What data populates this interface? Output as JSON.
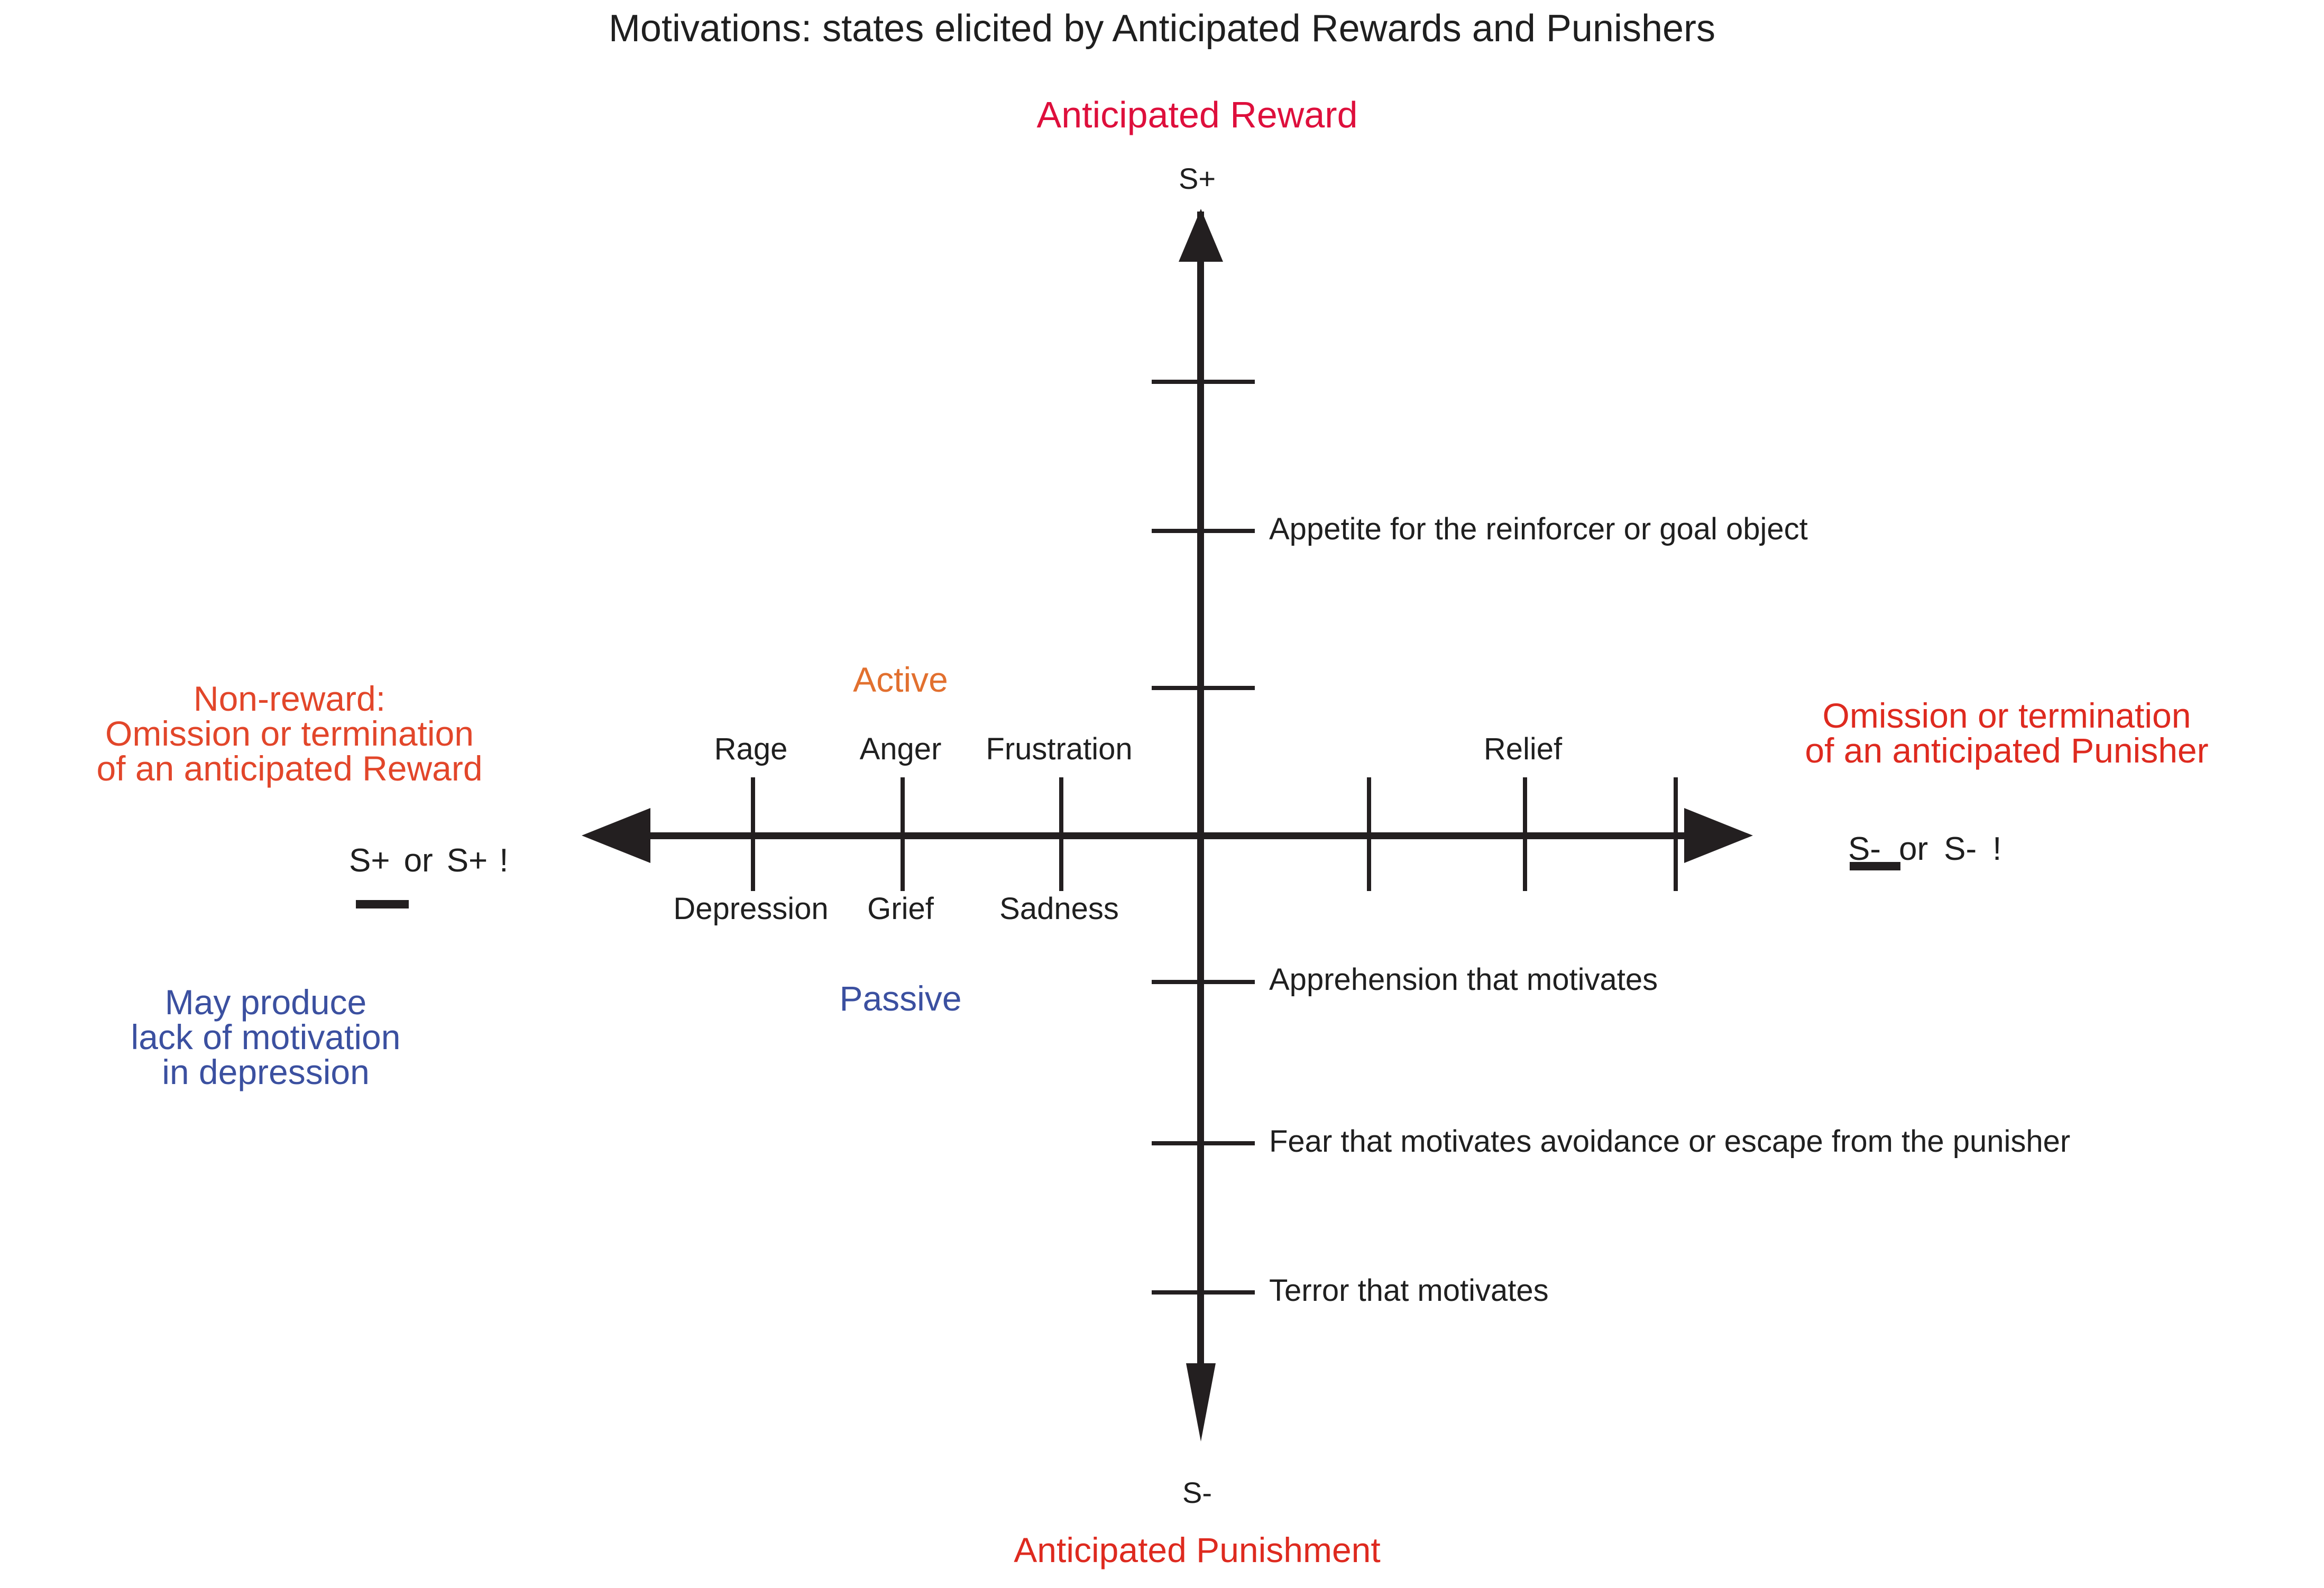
{
  "title": "Motivations: states elicited by Anticipated Rewards and Punishers",
  "colors": {
    "crimson": "#DE0F3C",
    "red": "#DE2A1F",
    "orange_red": "#E2462A",
    "orange": "#E2702F",
    "blue": "#3B50A0",
    "black": "#231f20"
  },
  "axes": {
    "top": {
      "title": "Anticipated Reward",
      "symbol": "S+"
    },
    "bottom": {
      "title": "Anticipated Punishment",
      "symbol": "S-"
    },
    "left": {
      "title_lines": [
        "Non-reward:",
        "Omission or termination",
        "of an anticipated Reward"
      ],
      "notation": {
        "first": "S+",
        "conjunction": "or",
        "second": "S+",
        "suffix": "!",
        "first_has_bar": true
      },
      "note_lines": [
        "May produce",
        "lack of motivation",
        "in depression"
      ]
    },
    "right": {
      "title_lines": [
        "Omission or termination",
        "of an anticipated Punisher"
      ],
      "notation": {
        "first": "S-",
        "conjunction": "or",
        "second": "S-",
        "suffix": "!",
        "first_has_bar": true
      }
    }
  },
  "quadrant_labels": {
    "active": "Active",
    "passive": "Passive"
  },
  "chart_data": {
    "type": "diagram",
    "subtype": "two-axis-quadrant-scale",
    "title": "Motivations: states elicited by Anticipated Rewards and Punishers",
    "x_axis": {
      "positive_direction_label": "Omission or termination of an anticipated Punisher",
      "negative_direction_label": "Non-reward: Omission or termination of an anticipated Reward",
      "negative_symbol": "S+ or S+ !",
      "positive_symbol": "S- or S- !"
    },
    "y_axis": {
      "positive_direction_label": "Anticipated Reward",
      "negative_direction_label": "Anticipated Punishment",
      "positive_symbol": "S+",
      "negative_symbol": "S-"
    },
    "tick_labels_left_above": [
      "Rage",
      "Anger",
      "Frustration"
    ],
    "tick_labels_left_below": [
      "Depression",
      "Grief",
      "Sadness"
    ],
    "tick_labels_right_above": [
      "Relief"
    ],
    "tick_labels_up_axis": [
      "Appetite for the reinforcer or goal object"
    ],
    "tick_labels_down_axis": [
      "Apprehension that motivates",
      "Fear that motivates avoidance or escape from the punisher",
      "Terror that motivates"
    ],
    "annotations": [
      "Active",
      "Passive",
      "May produce lack of motivation in depression"
    ]
  },
  "ticks": {
    "left_emotions": [
      {
        "above": "Rage",
        "below": "Depression"
      },
      {
        "above": "Anger",
        "below": "Grief"
      },
      {
        "above": "Frustration",
        "below": "Sadness"
      }
    ],
    "right_labels": [
      "",
      "Relief",
      ""
    ],
    "up_axis": [
      {
        "label": ""
      },
      {
        "label": "Appetite for the reinforcer or goal object"
      },
      {
        "label": ""
      }
    ],
    "down_axis": [
      {
        "label": "Apprehension that motivates"
      },
      {
        "label": "Fear that motivates avoidance or escape from the punisher"
      },
      {
        "label": "Terror that motivates"
      }
    ]
  }
}
